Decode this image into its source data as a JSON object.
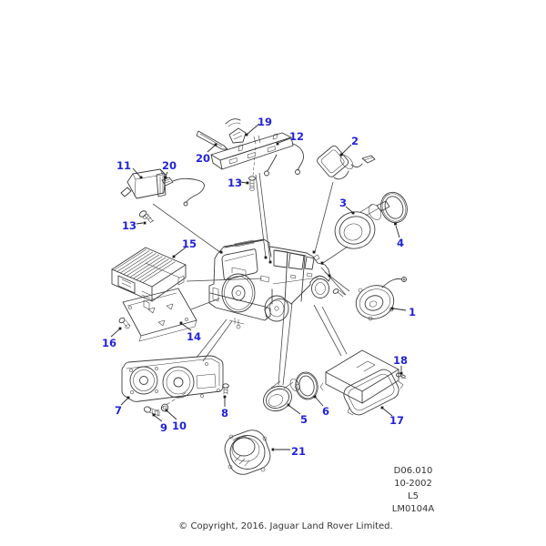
{
  "diagram": {
    "type": "exploded-parts-illustration",
    "subject": "In-car entertainment speakers and amplifiers",
    "vehicle": "Land Rover Discovery, rear three-quarter line illustration"
  },
  "colors": {
    "line_art": "#3d3d3d",
    "callout_label": "#2222dd",
    "footer_text": "#333333",
    "background": "#ffffff"
  },
  "callouts": [
    {
      "n": "1",
      "part": "rear-quarter-speaker"
    },
    {
      "n": "2",
      "part": "tweeter-with-harness"
    },
    {
      "n": "3",
      "part": "door-speaker"
    },
    {
      "n": "4",
      "part": "speaker-trim-ring"
    },
    {
      "n": "5",
      "part": "rear-speaker"
    },
    {
      "n": "6",
      "part": "speaker-trim-ring"
    },
    {
      "n": "7",
      "part": "twin-speaker-assembly"
    },
    {
      "n": "8",
      "part": "screw"
    },
    {
      "n": "9",
      "part": "bolt"
    },
    {
      "n": "10",
      "part": "washer"
    },
    {
      "n": "11",
      "part": "control-module"
    },
    {
      "n": "12",
      "part": "roof-mounted-unit"
    },
    {
      "n": "13",
      "part": "screw"
    },
    {
      "n": "14",
      "part": "mounting-bracket"
    },
    {
      "n": "15",
      "part": "amplifier"
    },
    {
      "n": "16",
      "part": "screw"
    },
    {
      "n": "17",
      "part": "amplifier-with-bracket"
    },
    {
      "n": "18",
      "part": "screw"
    },
    {
      "n": "19",
      "part": "harness-clip"
    },
    {
      "n": "20",
      "part": "harness-lead"
    },
    {
      "n": "21",
      "part": "subwoofer-speaker"
    }
  ],
  "ref_block": {
    "lines": [
      "D06.010",
      "10-2002",
      "L5",
      "LM0104A"
    ]
  },
  "footer": {
    "copyright": "© Copyright, 2016. Jaguar Land Rover Limited."
  }
}
